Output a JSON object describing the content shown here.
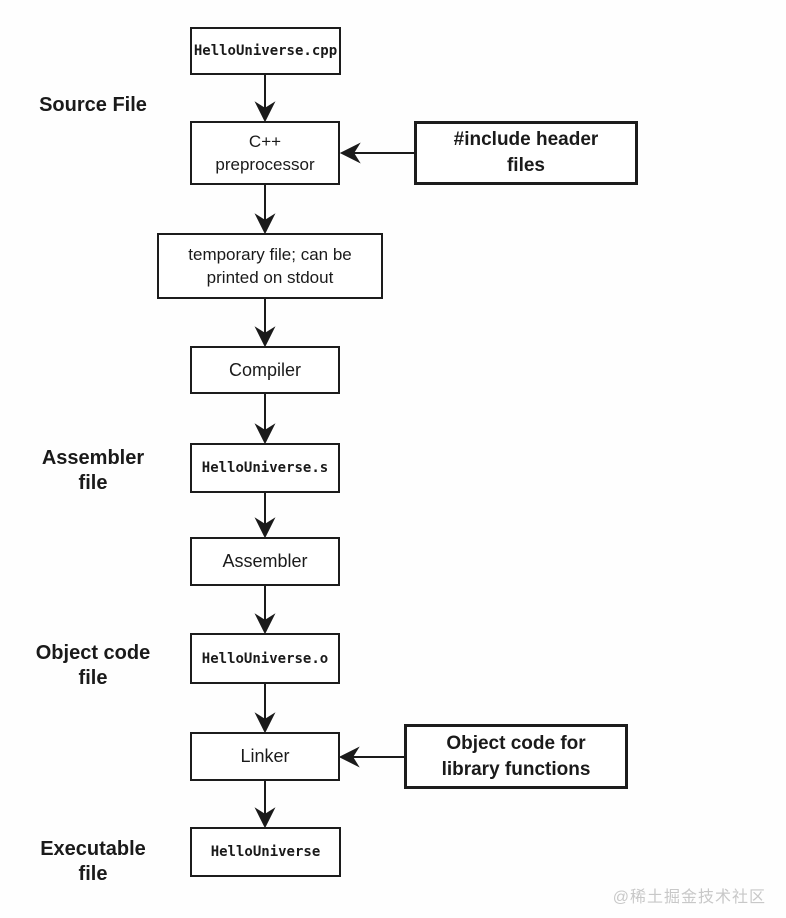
{
  "nodes": {
    "source": "HelloUniverse.cpp",
    "preprocessor": "C++\npreprocessor",
    "include_headers": "#include header\nfiles",
    "temp_file": "temporary file; can be\nprinted on stdout",
    "compiler": "Compiler",
    "assembler_source": "HelloUniverse.s",
    "assembler": "Assembler",
    "object_file": "HelloUniverse.o",
    "linker": "Linker",
    "library_objects": "Object code for\nlibrary functions",
    "executable": "HelloUniverse"
  },
  "side_labels": {
    "source_file": "Source File",
    "assembler_file": "Assembler\nfile",
    "object_code_file": "Object code\nfile",
    "executable_file": "Executable\nfile"
  },
  "watermark": "@稀土掘金技术社区",
  "colors": {
    "line": "#1a1a1a",
    "box_border": "#1c1c1c",
    "text": "#1a1a1a",
    "watermark": "#c8c8c8",
    "background": "#fefefe"
  }
}
